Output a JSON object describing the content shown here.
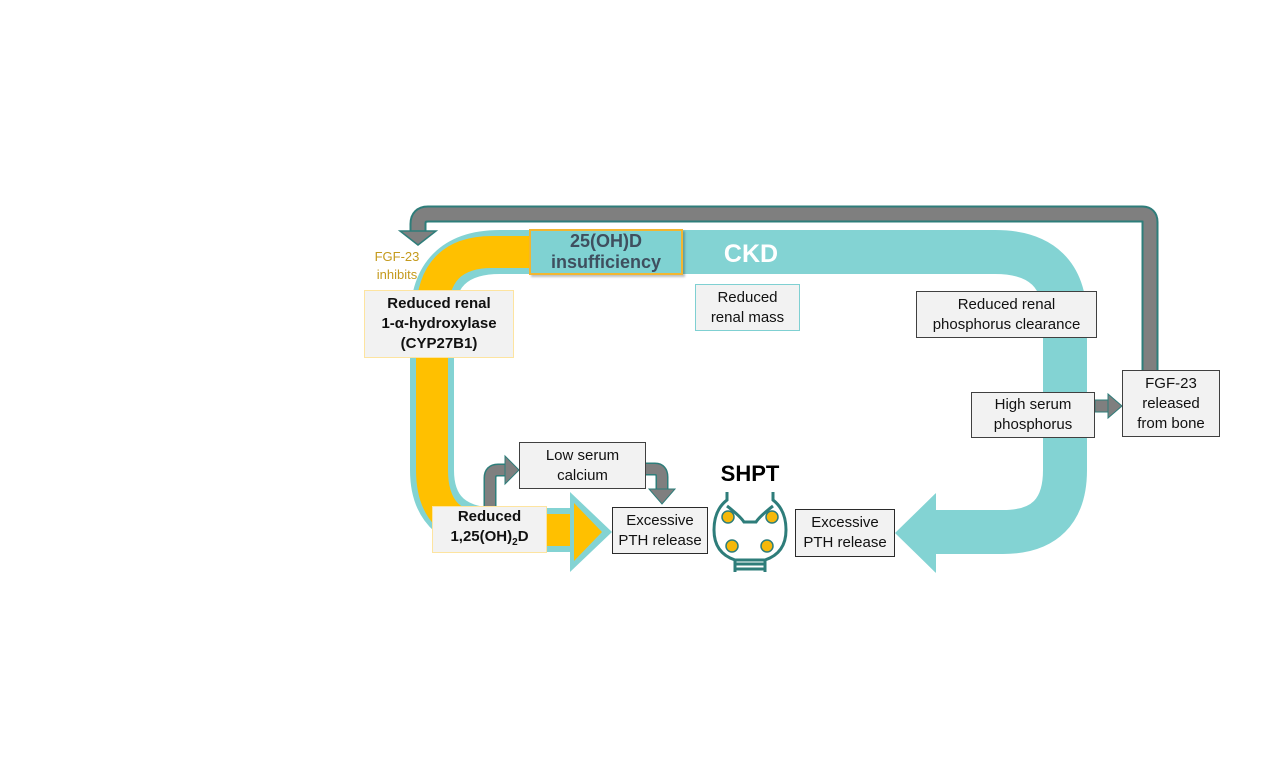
{
  "colors": {
    "teal": "#83d3d3",
    "gold": "#ffc000",
    "gray_arrow": "#7f7f7f",
    "gray_arrow_border": "#2e7d7a",
    "gland": "#2e7d7a",
    "gland_dots": "#f5b80a",
    "fgf_text": "#c49a1c"
  },
  "labels": {
    "ckd": "CKD",
    "shpt": "SHPT",
    "fgf23_inhibits": "FGF-23\ninhibits",
    "insufficiency": "25(OH)D\ninsufficiency"
  },
  "boxes": {
    "reduced_hydroxylase": "Reduced renal\n1-α-hydroxylase\n(CYP27B1)",
    "reduced_renal_mass": "Reduced\nrenal mass",
    "reduced_phosphorus_clearance": "Reduced renal\nphosphorus clearance",
    "high_serum_phosphorus": "High serum\nphosphorus",
    "fgf23_released": "FGF-23\nreleased\nfrom bone",
    "low_serum_calcium": "Low serum\ncalcium",
    "reduced_calcitriol_line1": "Reduced",
    "reduced_calcitriol_line2_pre": "1,25(OH)",
    "reduced_calcitriol_sub": "2",
    "reduced_calcitriol_line2_post": "D",
    "excessive_pth_left": "Excessive\nPTH release",
    "excessive_pth_right": "Excessive\nPTH release"
  },
  "icons": {
    "parathyroid": "parathyroid-gland-icon"
  }
}
